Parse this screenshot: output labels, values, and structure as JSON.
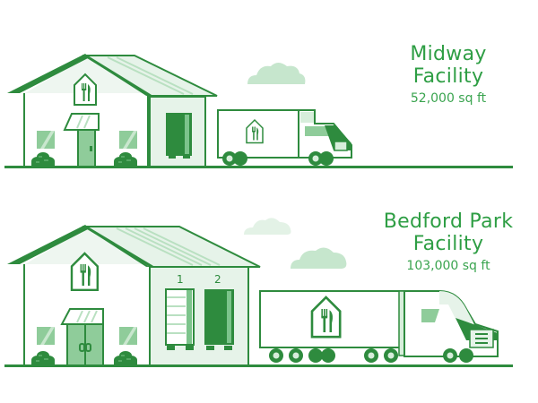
{
  "colors": {
    "primary_green": "#2e8b3e",
    "text_green": "#2e9e44",
    "light_green": "#d7eedb",
    "mid_green": "#7cc48b",
    "cloud_green": "#c6e6cd",
    "cloud_light": "#e3f2e6"
  },
  "facilities": [
    {
      "name_line1": "Midway",
      "name_line2": "Facility",
      "size": "52,000 sq ft",
      "icon": "fork-knife-house-icon",
      "vehicle": "box-truck"
    },
    {
      "name_line1": "Bedford Park",
      "name_line2": "Facility",
      "size": "103,000 sq ft",
      "icon": "fork-knife-house-icon",
      "vehicle": "semi-truck",
      "bays": [
        "1",
        "2"
      ]
    }
  ]
}
